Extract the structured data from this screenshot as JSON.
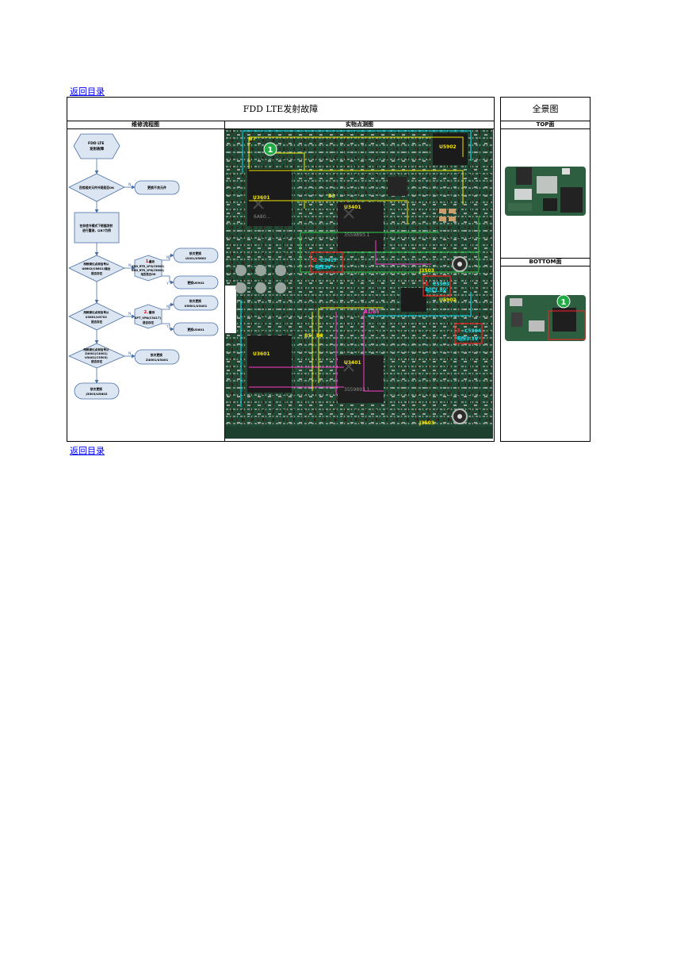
{
  "nav": {
    "back_to_toc": "返回目录"
  },
  "main_table": {
    "title": "FDD LTE发射故障",
    "col_flow": "维修流程图",
    "col_photo": "实物点测图"
  },
  "side_table": {
    "title": "全景图",
    "top_label": "TOP面",
    "bottom_label": "BOTTOM面"
  },
  "flowchart": {
    "start": [
      "FDD LTE",
      "发射故障"
    ],
    "step1": "目检相关元件外观是否OK",
    "step1_no": "更换不良元件",
    "step2": [
      "在非信令模式下根据发射",
      "进行量测，以B7为例"
    ],
    "step3": [
      "用频谱仪点测信号从",
      "U6602(C6601)输出",
      "是否存在"
    ],
    "check1_num": "1.",
    "check1": [
      "量测",
      "VDD_RTR_1P3(C5605)",
      "VDD_RTR_1P8(C5604)",
      "电压是否OK"
    ],
    "check1_yes": [
      "依次更换",
      "U201/U5602"
    ],
    "check1_no": "更换U5902",
    "step4": [
      "用频谱仪点测信号从",
      "U3601/U3702",
      "是否存在"
    ],
    "check2_num": "2.",
    "check2": [
      "量测",
      "APT_VPA(C3417)",
      "是否存在"
    ],
    "check2_yes": [
      "依次更换",
      "U5601/U3401"
    ],
    "check2_no": "更换U3601",
    "step5": [
      "用频谱仪点测信号从",
      "Z4001(C4001)",
      "U3401(C3503)",
      "是否存在"
    ],
    "step5_no": [
      "依次更换",
      "Z4001/U3401"
    ],
    "end": [
      "依次更换",
      "J3503/U5602"
    ],
    "yes": "Y",
    "no": "N"
  },
  "photo_labels": {
    "b7": "B7",
    "b3": "B3",
    "b1b5b8": "B1/B5",
    "b5": "B5",
    "b8": "B8",
    "u5902": "U5902",
    "u3601": "U3601",
    "u3401": "U3401",
    "j3503": "J3503",
    "c5903": "C5903",
    "c5904": "C5904",
    "c3417": "C3417",
    "voltage_1v3": "电压1.3V",
    "voltage_1v8": "电压1.8V",
    "voltage_3v": "电压3V",
    "marker1": "1",
    "marker2": "2",
    "marker3": "3",
    "chip_u3601_code": "6A80...",
    "chip_u3401_code": "3559893.1"
  },
  "side_marker": "1",
  "colors": {
    "link": "#0000ee",
    "flow_box": "#dce6f2",
    "flow_border": "#4a6fa5",
    "pcb_green": "#1e4a35",
    "trace_yellow": "#f2e600",
    "trace_cyan": "#00e5ff",
    "trace_green": "#2fd04a",
    "trace_magenta": "#ff3ccf",
    "trace_red": "#ff2020",
    "marker_green": "#22aa44"
  }
}
